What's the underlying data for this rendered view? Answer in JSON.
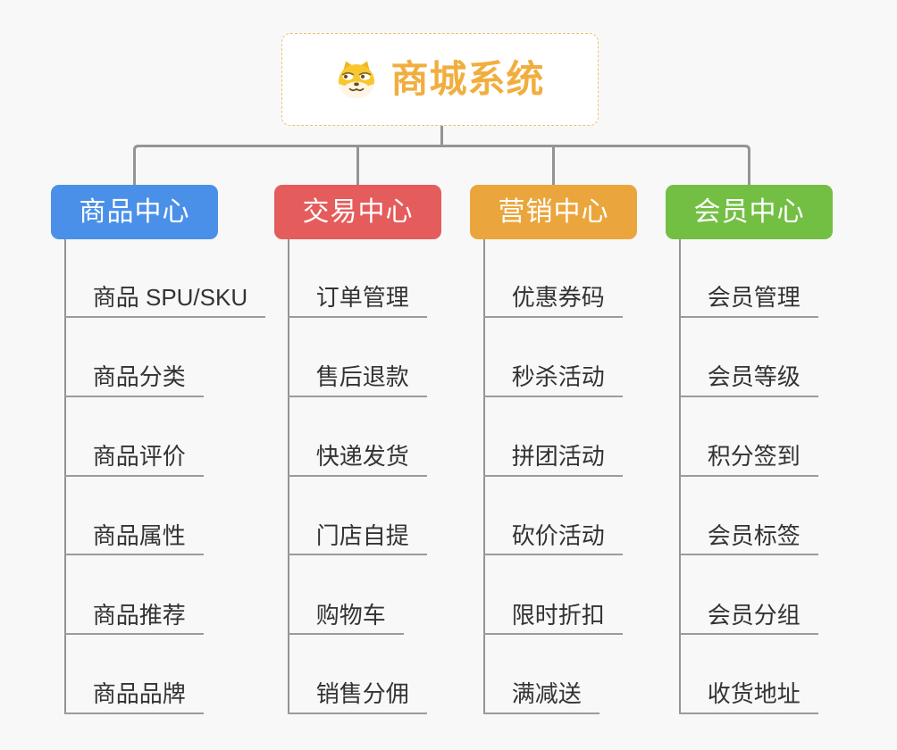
{
  "page": {
    "background_color": "#f8f8f8",
    "connector_color": "#949494"
  },
  "root": {
    "title": "商城系统",
    "icon": "dog-face-icon",
    "text_color": "#f1ae3f",
    "border_color": "#f0c070",
    "background_color": "#ffffff"
  },
  "branches": [
    {
      "label": "商品中心",
      "color": "#4b90e8",
      "items": [
        "商品 SPU/SKU",
        "商品分类",
        "商品评价",
        "商品属性",
        "商品推荐",
        "商品品牌"
      ]
    },
    {
      "label": "交易中心",
      "color": "#e45c5c",
      "items": [
        "订单管理",
        "售后退款",
        "快递发货",
        "门店自提",
        "购物车",
        "销售分佣"
      ]
    },
    {
      "label": "营销中心",
      "color": "#eaa63c",
      "items": [
        "优惠券码",
        "秒杀活动",
        "拼团活动",
        "砍价活动",
        "限时折扣",
        "满减送"
      ]
    },
    {
      "label": "会员中心",
      "color": "#73bf44",
      "items": [
        "会员管理",
        "会员等级",
        "积分签到",
        "会员标签",
        "会员分组",
        "收货地址"
      ]
    }
  ]
}
